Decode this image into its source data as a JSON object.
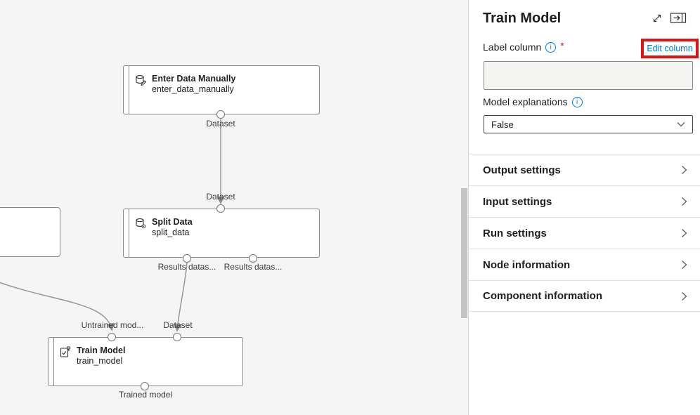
{
  "panel": {
    "title": "Train Model",
    "header_icons": [
      "expand-diagonal-icon",
      "collapse-panel-right-icon"
    ],
    "label_column": {
      "label": "Label column",
      "required_marker": "*",
      "info_icon": "info-icon",
      "edit_link": "Edit column",
      "value": ""
    },
    "model_explanations": {
      "label": "Model explanations",
      "info_icon": "info-icon",
      "value": "False"
    },
    "sections": [
      {
        "label": "Output settings"
      },
      {
        "label": "Input settings"
      },
      {
        "label": "Run settings"
      },
      {
        "label": "Node information"
      },
      {
        "label": "Component information"
      }
    ]
  },
  "canvas": {
    "nodes": [
      {
        "title": "Enter Data Manually",
        "subtitle": "enter_data_manually",
        "icon": "enter-data-icon"
      },
      {
        "title": "Split Data",
        "subtitle": "split_data",
        "icon": "split-data-icon"
      },
      {
        "title": "Train Model",
        "subtitle": "train_model",
        "icon": "train-model-icon"
      }
    ],
    "port_labels": {
      "enter_output": "Dataset",
      "split_input": "Dataset",
      "split_output1": "Results datas...",
      "split_output2": "Results datas...",
      "train_input_model": "Untrained mod...",
      "train_input_dataset": "Dataset",
      "train_output": "Trained model"
    }
  },
  "colors": {
    "canvas_bg": "#f5f5f5",
    "link_blue": "#0078d4",
    "annotation_red": "#e01414",
    "required_red": "#a4262c",
    "edge_gray": "#969696"
  }
}
